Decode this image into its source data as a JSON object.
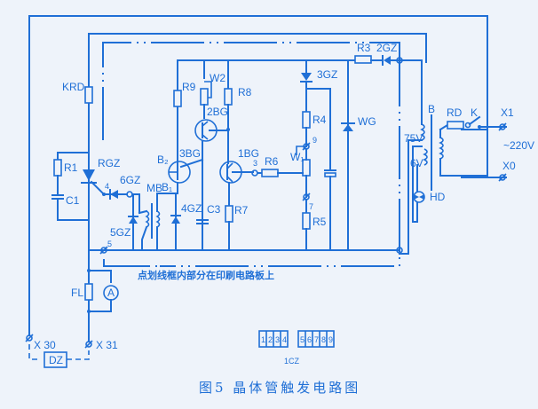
{
  "diagram": {
    "caption": "图5  晶体管触发电路图",
    "note": "点划线框内部分在印刷电路板上",
    "connector_label": "1CZ",
    "connector_pins_a": [
      "1",
      "2",
      "3",
      "4"
    ],
    "connector_pins_b": [
      "5",
      "6",
      "7",
      "8",
      "9"
    ],
    "components": {
      "krd": "KRD",
      "r1": "R1",
      "c1": "C1",
      "rgz": "RGZ",
      "gz6": "6GZ",
      "gz5": "5GZ",
      "mb": "MB",
      "b2": "B₂",
      "b1": "B₁",
      "bg3": "3BG",
      "gz4": "4GZ",
      "c3": "C3",
      "r9": "R9",
      "w2": "W2",
      "r8": "R8",
      "bg2": "2BG",
      "bg1": "1BG",
      "r7": "R7",
      "r6": "R6",
      "gz3": "3GZ",
      "r4": "R4",
      "w1": "W₁",
      "r5": "R5",
      "wg": "WG",
      "r3": "R3",
      "gz2": "2GZ",
      "b": "B",
      "rd": "RD",
      "k": "K",
      "v75": "75V",
      "v6": "6V",
      "hd": "HD",
      "fl": "FL",
      "ammeter": "A",
      "dz": "DZ"
    },
    "terminals": {
      "x1": "X1",
      "x0": "X0",
      "supply": "~220V",
      "x30": "X 30",
      "x31": "X 31",
      "t3": "3",
      "t4": "4",
      "t5": "5",
      "t7": "7",
      "t9": "9"
    }
  }
}
